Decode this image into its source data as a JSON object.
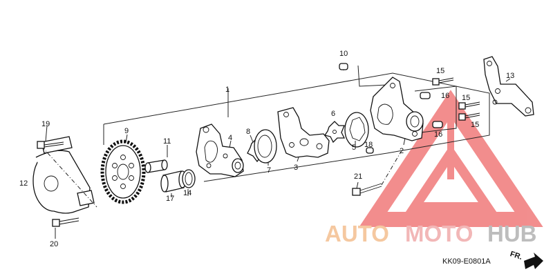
{
  "diagram": {
    "callouts": [
      {
        "id": "c1",
        "text": "1"
      },
      {
        "id": "c2",
        "text": "2"
      },
      {
        "id": "c3",
        "text": "3"
      },
      {
        "id": "c4",
        "text": "4"
      },
      {
        "id": "c5",
        "text": "5"
      },
      {
        "id": "c6",
        "text": "6"
      },
      {
        "id": "c7",
        "text": "7"
      },
      {
        "id": "c8",
        "text": "8"
      },
      {
        "id": "c9",
        "text": "9"
      },
      {
        "id": "c10",
        "text": "10"
      },
      {
        "id": "c11",
        "text": "11"
      },
      {
        "id": "c12",
        "text": "12"
      },
      {
        "id": "c13",
        "text": "13"
      },
      {
        "id": "c14",
        "text": "14"
      },
      {
        "id": "c15a",
        "text": "15"
      },
      {
        "id": "c15b",
        "text": "15"
      },
      {
        "id": "c15c",
        "text": "15"
      },
      {
        "id": "c16a",
        "text": "16"
      },
      {
        "id": "c16b",
        "text": "16"
      },
      {
        "id": "c17",
        "text": "17"
      },
      {
        "id": "c18",
        "text": "18"
      },
      {
        "id": "c19",
        "text": "19"
      },
      {
        "id": "c20",
        "text": "20"
      },
      {
        "id": "c21",
        "text": "21"
      }
    ],
    "diagram_code": "KK09-E0801A",
    "front_marker": "FR."
  },
  "watermark": {
    "word_1": "AUTO",
    "word_2": "MOTO",
    "word_3": "HUB",
    "color_1": "#f5c8a0",
    "color_2": "#f2b7b7",
    "color_3": "#bdbdbd",
    "logo_color": "#f07a7a"
  }
}
